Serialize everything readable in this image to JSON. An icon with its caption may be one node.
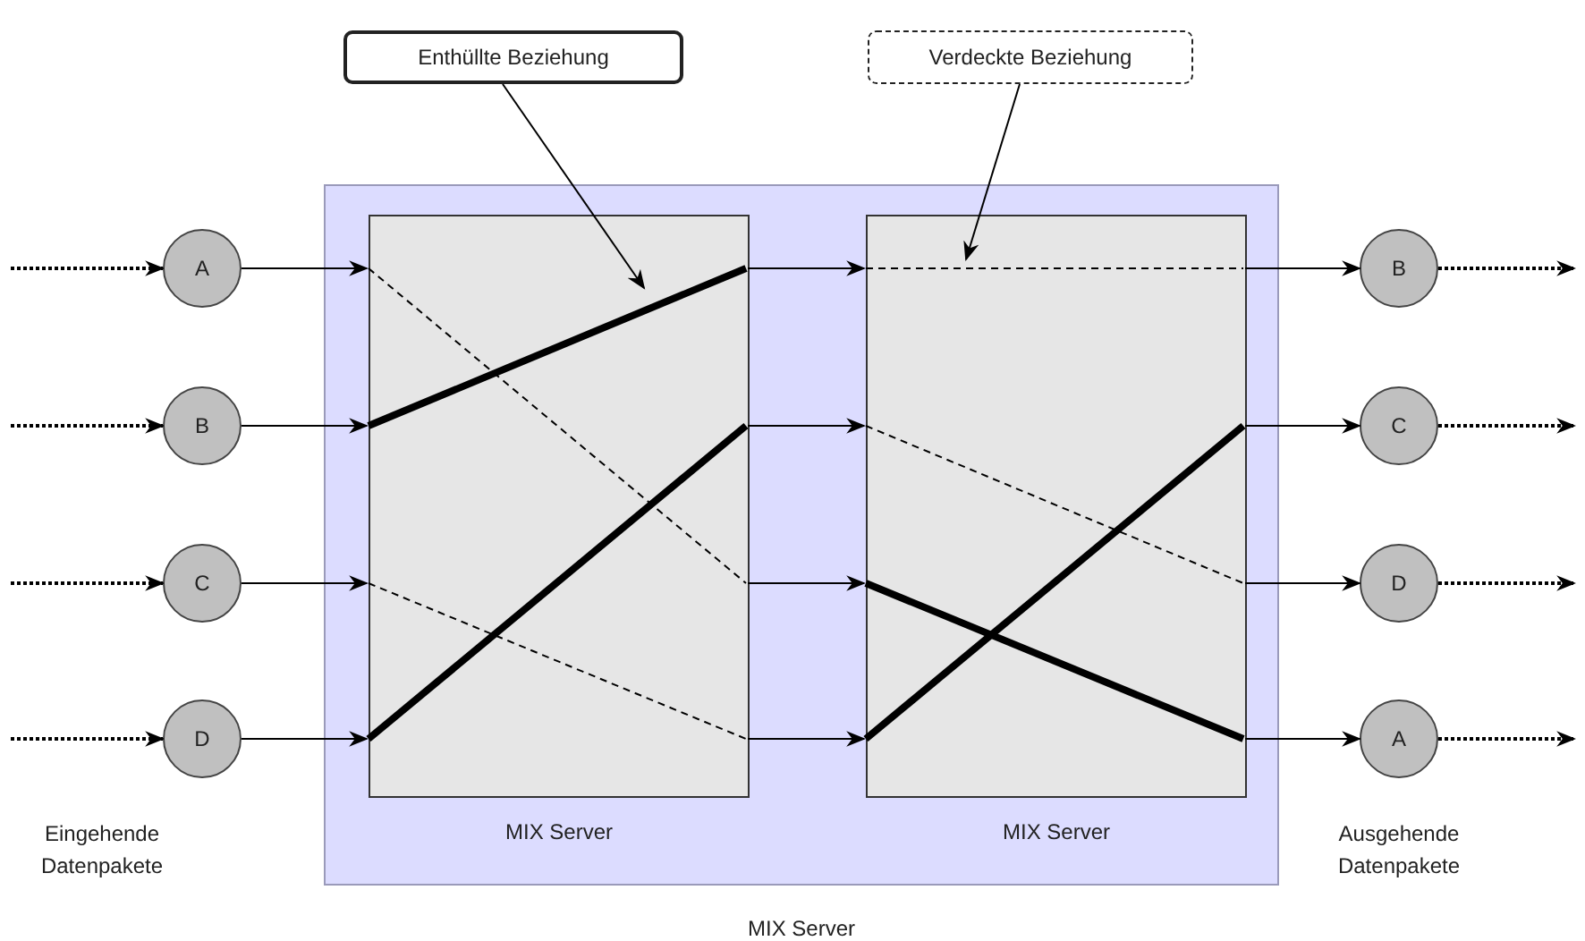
{
  "diagram": {
    "nodes": [
      {
        "text": [
          "MIX Server"
        ]
      },
      {
        "text": [
          "MIX Server"
        ],
        "in": 0
      },
      {
        "text": [
          "MIX Server"
        ],
        "in": 0
      },
      {
        "text": [
          "A"
        ]
      },
      {
        "text": [
          "B"
        ]
      },
      {
        "text": [
          "C"
        ]
      },
      {
        "text": [
          "D"
        ]
      },
      {
        "text": [
          "B"
        ]
      },
      {
        "text": [
          "C"
        ]
      },
      {
        "text": [
          "D"
        ]
      },
      {
        "text": [
          "A"
        ]
      },
      {
        "text": [
          "Enthüllte Beziehung"
        ]
      },
      {
        "text": [
          "Verdeckte Beziehung"
        ]
      }
    ],
    "edges": [
      {
        "from": null,
        "to": 3,
        "arrow": "to",
        "style": "dashed"
      },
      {
        "from": null,
        "to": 4,
        "arrow": "to",
        "style": "dashed"
      },
      {
        "from": null,
        "to": 5,
        "arrow": "to",
        "style": "dashed"
      },
      {
        "from": null,
        "to": 6,
        "arrow": "to",
        "style": "dashed"
      },
      {
        "from": 3,
        "to": 1,
        "arrow": "to"
      },
      {
        "from": 4,
        "to": 1,
        "arrow": "to"
      },
      {
        "from": 5,
        "to": 1,
        "arrow": "to"
      },
      {
        "from": 6,
        "to": 1,
        "arrow": "to"
      },
      {
        "from": 1,
        "to": 2,
        "arrow": "to"
      },
      {
        "from": 1,
        "to": 2,
        "arrow": "to"
      },
      {
        "from": 1,
        "to": 2,
        "arrow": "to"
      },
      {
        "from": 1,
        "to": 2,
        "arrow": "to"
      },
      {
        "from": 2,
        "to": 7,
        "arrow": "to"
      },
      {
        "from": 2,
        "to": 8,
        "arrow": "to"
      },
      {
        "from": 2,
        "to": 9,
        "arrow": "to"
      },
      {
        "from": 2,
        "to": 10,
        "arrow": "to"
      },
      {
        "from": 7,
        "to": null,
        "arrow": "to",
        "style": "dashed"
      },
      {
        "from": 8,
        "to": null,
        "arrow": "to",
        "style": "dashed"
      },
      {
        "from": 9,
        "to": null,
        "arrow": "to",
        "style": "dashed"
      },
      {
        "from": 10,
        "to": null,
        "arrow": "to",
        "style": "dashed"
      },
      {
        "from": 11,
        "to": 1,
        "arrow": "to"
      },
      {
        "from": 12,
        "to": 2,
        "arrow": "to"
      }
    ],
    "labels": [
      "Eingehende Datenpakete",
      "Ausgehende Datenpakete"
    ]
  }
}
